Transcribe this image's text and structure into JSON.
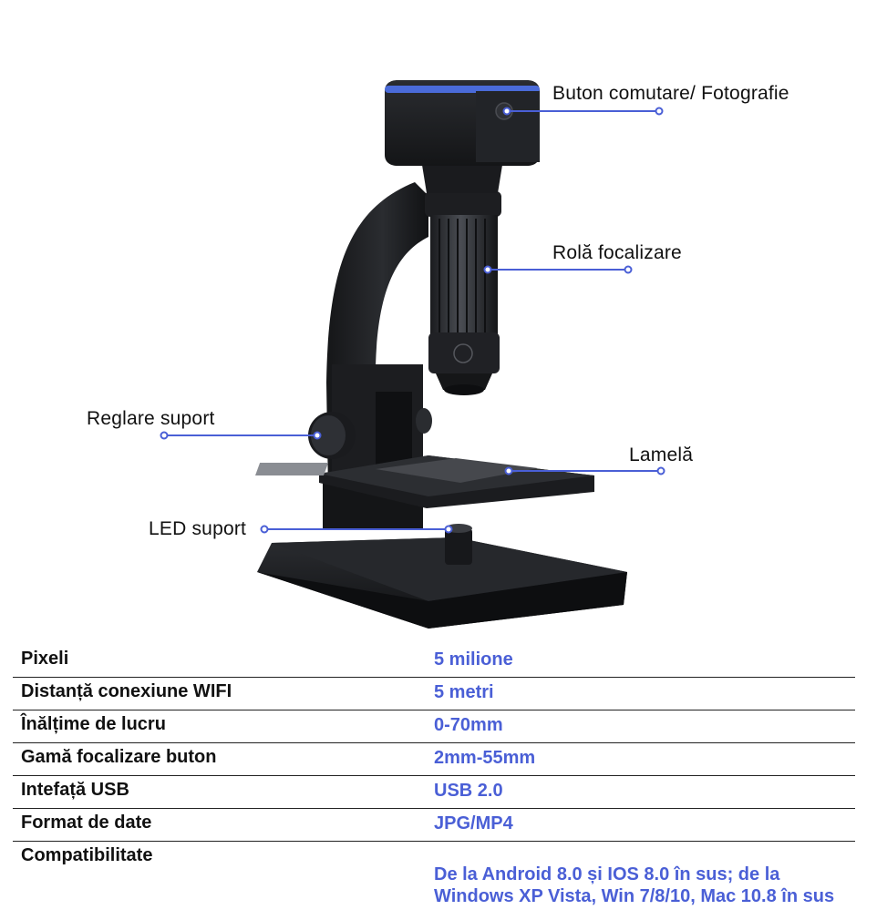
{
  "callouts": {
    "switch_button": "Buton comutare/ Fotografie",
    "focus_wheel": "Rolă focalizare",
    "stand_adjust": "Reglare suport",
    "slide": "Lamelă",
    "led_stand": "LED suport"
  },
  "colors": {
    "accent": "#4a5fd6",
    "device": "#1e1f22"
  },
  "specs": [
    {
      "label": "Pixeli",
      "value": "5 milione"
    },
    {
      "label": "Distanță conexiune WIFI",
      "value": "5 metri"
    },
    {
      "label": "Înălțime de lucru",
      "value": "0-70mm"
    },
    {
      "label": "Gamă focalizare buton",
      "value": "2mm-55mm"
    },
    {
      "label": "Intefață USB",
      "value": "USB 2.0"
    },
    {
      "label": "Format de date",
      "value": "JPG/MP4"
    },
    {
      "label": "Compatibilitate",
      "value": "De la Android 8.0 și IOS 8.0 în sus; de la Windows XP Vista, Win 7/8/10, Mac 10.8 în sus"
    }
  ]
}
